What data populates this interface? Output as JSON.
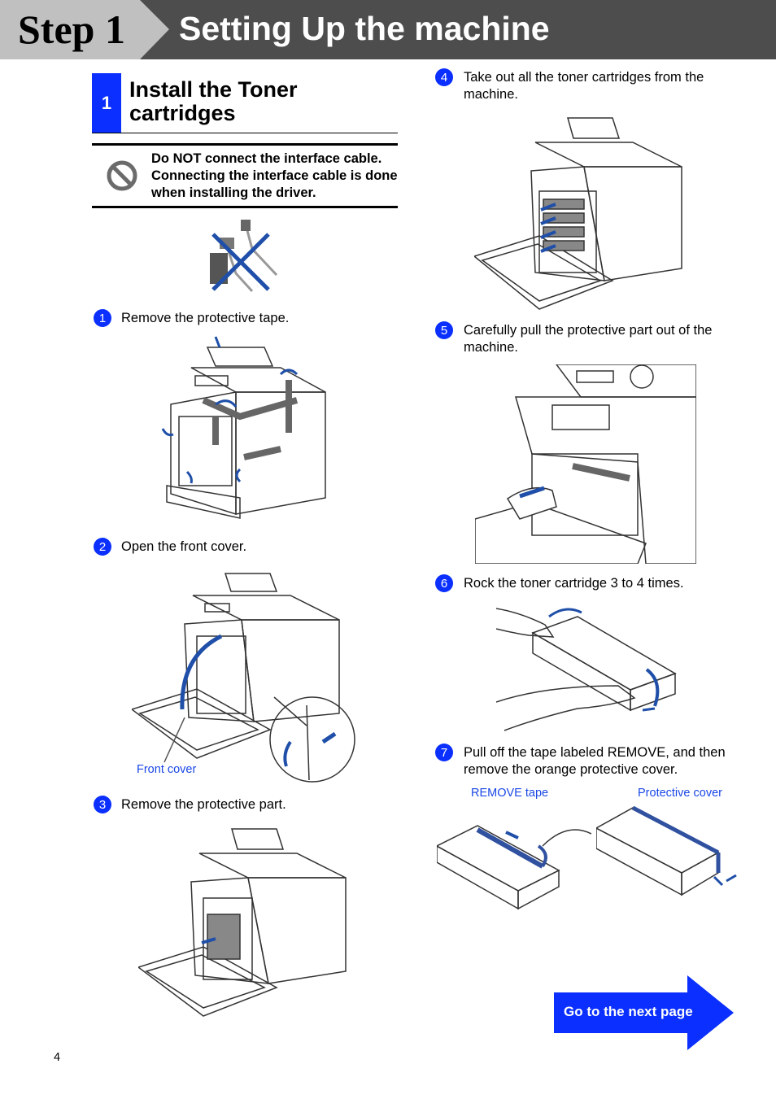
{
  "header": {
    "step_label": "Step 1",
    "title": "Setting Up the machine"
  },
  "section": {
    "number": "1",
    "title": "Install the Toner cartridges"
  },
  "warning": {
    "text": "Do NOT connect the interface cable. Connecting the interface cable is done when installing the driver."
  },
  "steps": [
    {
      "number": "1",
      "text": "Remove the protective tape."
    },
    {
      "number": "2",
      "text": "Open the front cover."
    },
    {
      "number": "3",
      "text": "Remove the protective part."
    },
    {
      "number": "4",
      "text": "Take out all the toner cartridges from the machine."
    },
    {
      "number": "5",
      "text": "Carefully pull the protective part out of the machine."
    },
    {
      "number": "6",
      "text": "Rock the toner cartridge 3 to 4 times."
    },
    {
      "number": "7",
      "text": "Pull off the tape labeled REMOVE, and then remove the orange protective cover."
    }
  ],
  "captions": {
    "front_cover": "Front cover",
    "remove_tape": "REMOVE tape",
    "protective_cover": "Protective cover"
  },
  "next_button": {
    "label": "Go to the next page"
  },
  "page_number": "4",
  "colors": {
    "accent_blue": "#0a2fff",
    "header_gray": "#4d4d4d",
    "tab_gray": "#c0c0c0"
  }
}
